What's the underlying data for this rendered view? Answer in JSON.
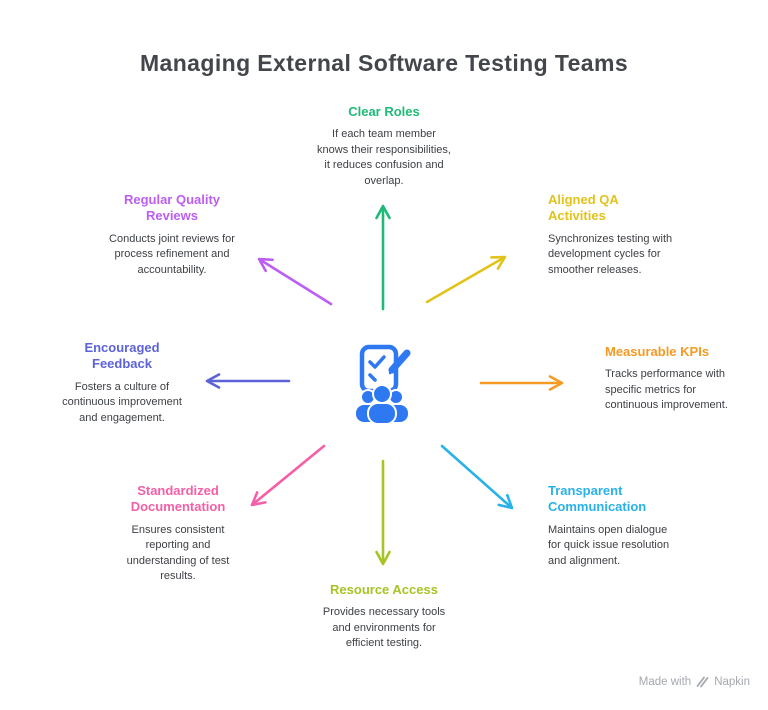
{
  "page": {
    "title": "Managing External Software Testing Teams",
    "background": "#ffffff",
    "title_color": "#43464b",
    "body_text_color": "#3c3f44"
  },
  "center": {
    "icon": "team-checklist-icon",
    "icon_color": "#2e78f2"
  },
  "items": [
    {
      "id": "clear-roles",
      "label": "Clear Roles",
      "description": "If each team member knows their responsibilities, it reduces confusion and overlap.",
      "color": "#1fba77"
    },
    {
      "id": "aligned-qa-activities",
      "label": "Aligned QA Activities",
      "description": "Synchronizes testing with development cycles for smoother releases.",
      "color": "#e2c31a"
    },
    {
      "id": "measurable-kpis",
      "label": "Measurable KPIs",
      "description": "Tracks performance with specific metrics for continuous improvement.",
      "color": "#f59a23"
    },
    {
      "id": "transparent-communication",
      "label": "Transparent Communication",
      "description": "Maintains open dialogue for quick issue resolution and alignment.",
      "color": "#29b2e8"
    },
    {
      "id": "resource-access",
      "label": "Resource Access",
      "description": "Provides necessary tools and environments for efficient testing.",
      "color": "#a6c424"
    },
    {
      "id": "standardized-documentation",
      "label": "Standardized Documentation",
      "description": "Ensures consistent reporting and understanding of test results.",
      "color": "#f55fa8"
    },
    {
      "id": "encouraged-feedback",
      "label": "Encouraged Feedback",
      "description": "Fosters a culture of continuous improvement and engagement.",
      "color": "#5c63d8"
    },
    {
      "id": "regular-quality-reviews",
      "label": "Regular Quality Reviews",
      "description": "Conducts joint reviews for process refinement and accountability.",
      "color": "#bd5ef2"
    }
  ],
  "footer": {
    "made_with": "Made with",
    "brand": "Napkin",
    "color": "#a4a8ad"
  }
}
